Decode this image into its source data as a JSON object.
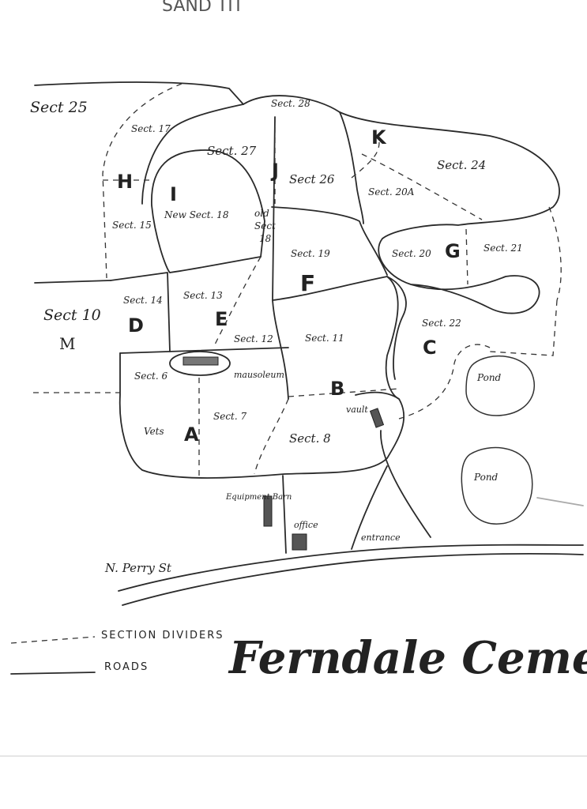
{
  "header_fragment": "SAND  TIT",
  "title": "Ferndale Cemetery",
  "street": "N. Perry St",
  "legend": {
    "dividers": "SECTION DIVIDERS",
    "roads": "ROADS"
  },
  "landmarks": {
    "mausoleum": "mausoleum",
    "vault": "vault",
    "equipment_barn": "Equipment Barn",
    "office": "office",
    "entrance": "entrance",
    "pond_upper": "Pond",
    "pond_lower": "Pond",
    "vets": "Vets"
  },
  "outer_sections": {
    "sect_25": "Sect 25",
    "sect_10": "Sect 10",
    "m": "M"
  },
  "section_labels": {
    "s28": "Sect. 28",
    "s17": "Sect. 17",
    "s27": "Sect. 27",
    "s26": "Sect 26",
    "s24": "Sect. 24",
    "s20a": "Sect. 20A",
    "s18new": "New Sect. 18",
    "s18old_1": "old",
    "s18old_2": "Sect",
    "s18old_3": "18",
    "s15": "Sect. 15",
    "s19": "Sect. 19",
    "s20": "Sect. 20",
    "s21": "Sect. 21",
    "s14": "Sect. 14",
    "s13": "Sect. 13",
    "s22": "Sect. 22",
    "s12": "Sect. 12",
    "s11": "Sect. 11",
    "s6": "Sect. 6",
    "s7": "Sect. 7",
    "s8": "Sect. 8"
  },
  "area_letters": {
    "k": "K",
    "h": "H",
    "i": "I",
    "j": "J",
    "g": "G",
    "f": "F",
    "e": "E",
    "d": "D",
    "c": "C",
    "b": "B",
    "a": "A"
  }
}
